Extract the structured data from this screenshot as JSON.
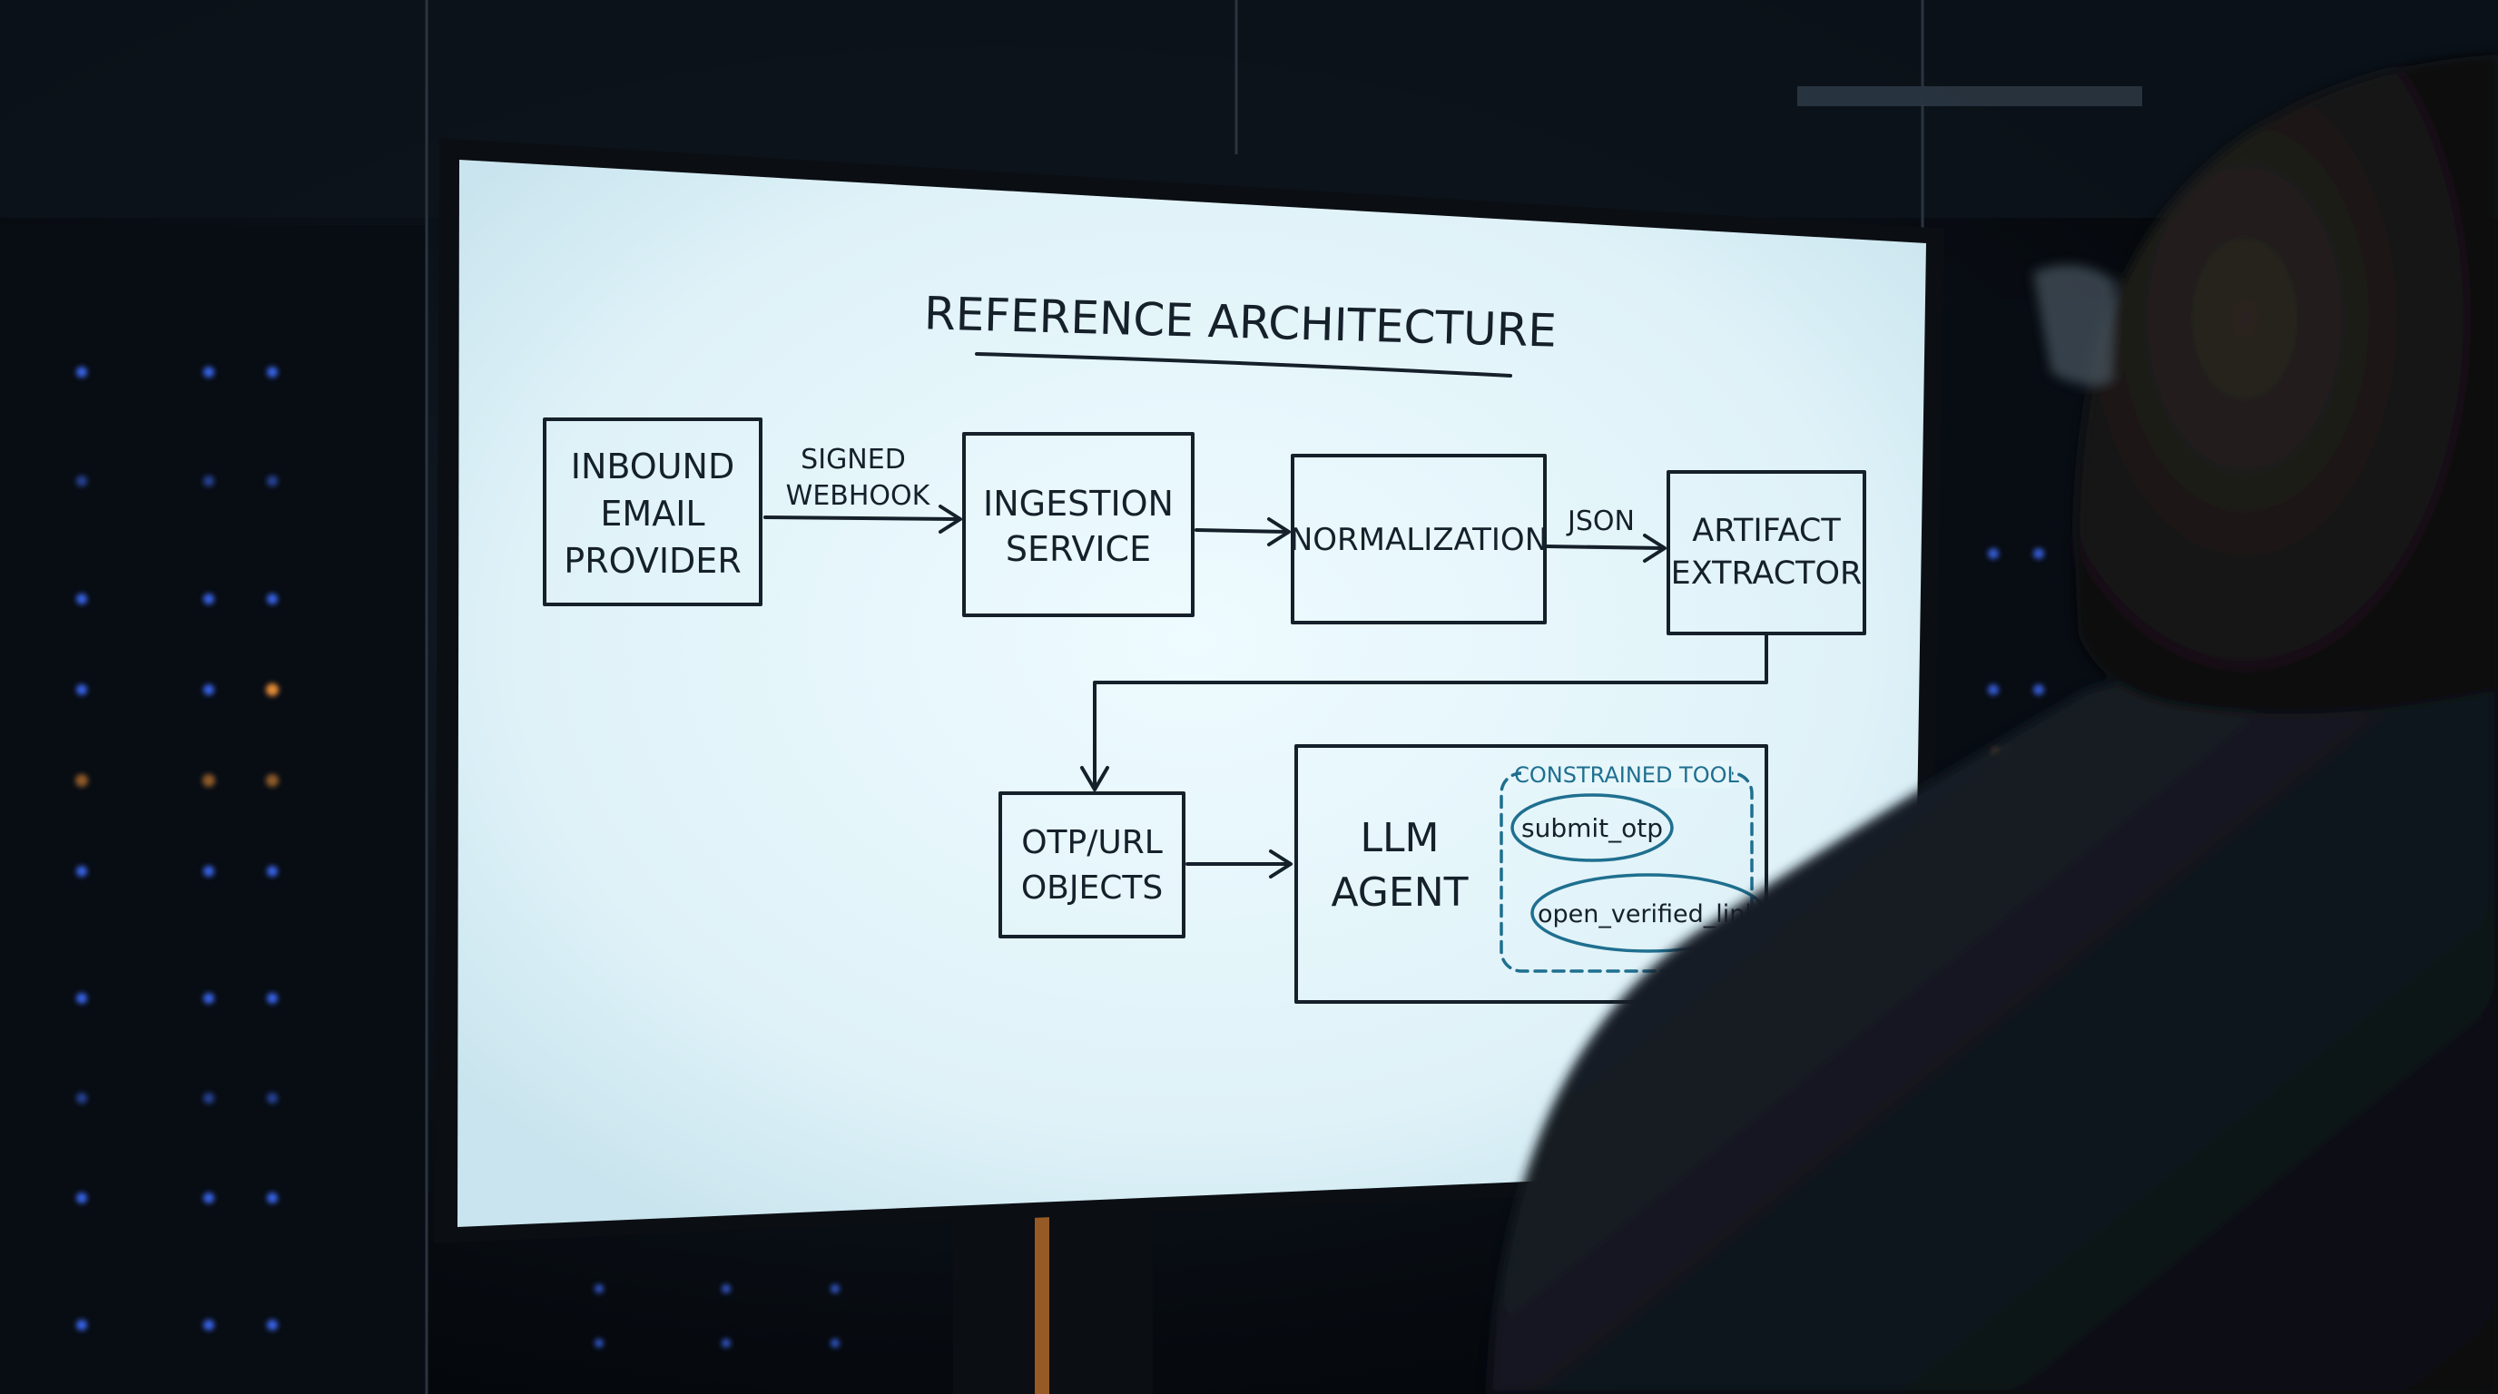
{
  "diagram": {
    "title": "REFERENCE ARCHITECTURE",
    "nodes": {
      "inbound": [
        "INBOUND",
        "EMAIL",
        "PROVIDER"
      ],
      "ingestion": [
        "INGESTION",
        "SERVICE"
      ],
      "normalization": [
        "NORMALIZATION"
      ],
      "extractor": [
        "ARTIFACT",
        "EXTRACTOR"
      ],
      "objects": [
        "OTP/URL",
        "OBJECTS"
      ],
      "agent": [
        "LLM",
        "AGENT"
      ]
    },
    "edges": {
      "webhook": [
        "SIGNED",
        "WEBHOOK"
      ],
      "json": "JSON"
    },
    "tool_group": {
      "label": "CONSTRAINED TOOL",
      "tools": [
        "submit_otp",
        "open_verified_link"
      ]
    }
  },
  "colors": {
    "ink": "#15202a",
    "tool_accent": "#1f6f8f",
    "screen": "#e6f6fb",
    "room": "#05080d",
    "led_blue": "#3f6dff",
    "led_orange": "#ff9a3a"
  }
}
